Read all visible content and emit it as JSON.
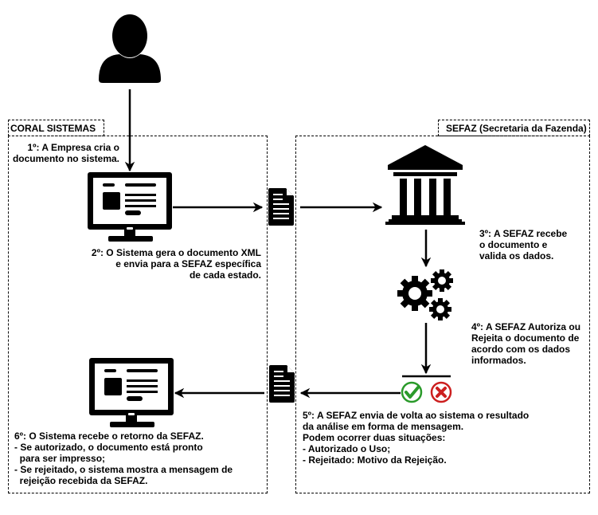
{
  "groups": {
    "coral": {
      "title": "CORAL SISTEMAS"
    },
    "sefaz": {
      "title": "SEFAZ (Secretaria da Fazenda)"
    }
  },
  "steps": {
    "s1": "1º: A Empresa cria o\ndocumento no sistema.",
    "s2": "2º: O Sistema gera o documento XML\ne envia para a SEFAZ específica\nde cada estado.",
    "s3": "3º: A SEFAZ recebe\no documento e\nvalida os dados.",
    "s4": "4º: A SEFAZ Autoriza ou\nRejeita o documento de\nacordo com os dados\ninformados.",
    "s5": "5º: A SEFAZ envia de volta ao sistema o resultado\nda análise em forma de mensagem.\nPodem ocorrer duas situações:\n- Autorizado o Uso;\n- Rejeitado: Motivo da Rejeição.",
    "s6": "6º: O Sistema recebe o retorno da SEFAZ.\n- Se autorizado, o documento está pronto\n  para ser impresso;\n- Se rejeitado, o sistema mostra a mensagem de\n  rejeição recebida da SEFAZ."
  },
  "icons": {
    "user": "user-icon",
    "computer_send": "computer-monitor-icon",
    "document_out": "document-icon",
    "government": "government-building-icon",
    "gears": "gears-icon",
    "approve": "check-icon",
    "reject": "x-icon",
    "document_back": "document-icon",
    "computer_receive": "computer-monitor-icon"
  },
  "colors": {
    "approve": "#2a9a2a",
    "reject": "#cc1f1f"
  }
}
